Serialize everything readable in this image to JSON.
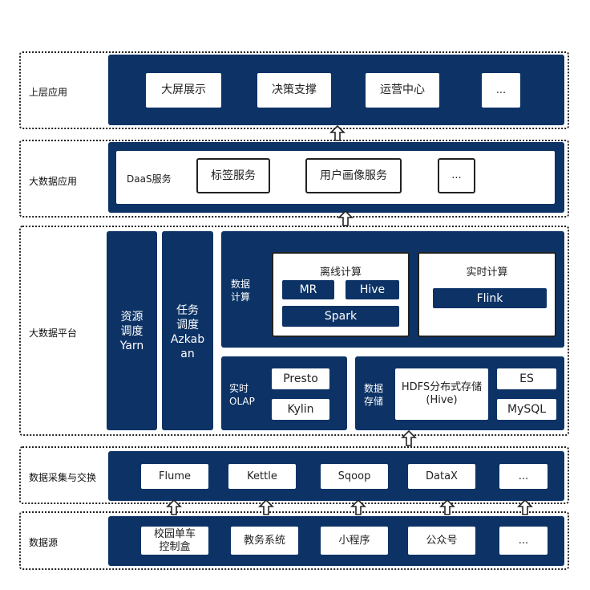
{
  "layers": {
    "top": {
      "label": "上层应用",
      "items": [
        "大屏展示",
        "决策支撑",
        "运营中心",
        "..."
      ]
    },
    "bigdata_app": {
      "label": "大数据应用",
      "daas_label": "DaaS服务",
      "items": [
        "标签服务",
        "用户画像服务",
        "..."
      ]
    },
    "platform": {
      "label": "大数据平台",
      "resource": {
        "lines": [
          "资源",
          "调度",
          "Yarn"
        ]
      },
      "task": {
        "lines": [
          "任务",
          "调度",
          "Azkab",
          "an"
        ]
      },
      "compute": {
        "label_lines": [
          "数据",
          "计算"
        ],
        "offline": {
          "title": "离线计算",
          "items": [
            "MR",
            "Hive",
            "Spark"
          ]
        },
        "realtime": {
          "title": "实时计算",
          "items": [
            "Flink"
          ]
        }
      },
      "olap": {
        "label_lines": [
          "实时",
          "OLAP"
        ],
        "items": [
          "Presto",
          "Kylin"
        ]
      },
      "storage": {
        "label_lines": [
          "数据",
          "存储"
        ],
        "hdfs": "HDFS分布式存储(Hive)",
        "items": [
          "ES",
          "MySQL"
        ]
      }
    },
    "collection": {
      "label": "数据采集与交换",
      "items": [
        "Flume",
        "Kettle",
        "Sqoop",
        "DataX",
        "..."
      ]
    },
    "source": {
      "label": "数据源",
      "items": [
        "校园单车控制盒",
        "教务系统",
        "小程序",
        "公众号",
        "..."
      ]
    }
  }
}
